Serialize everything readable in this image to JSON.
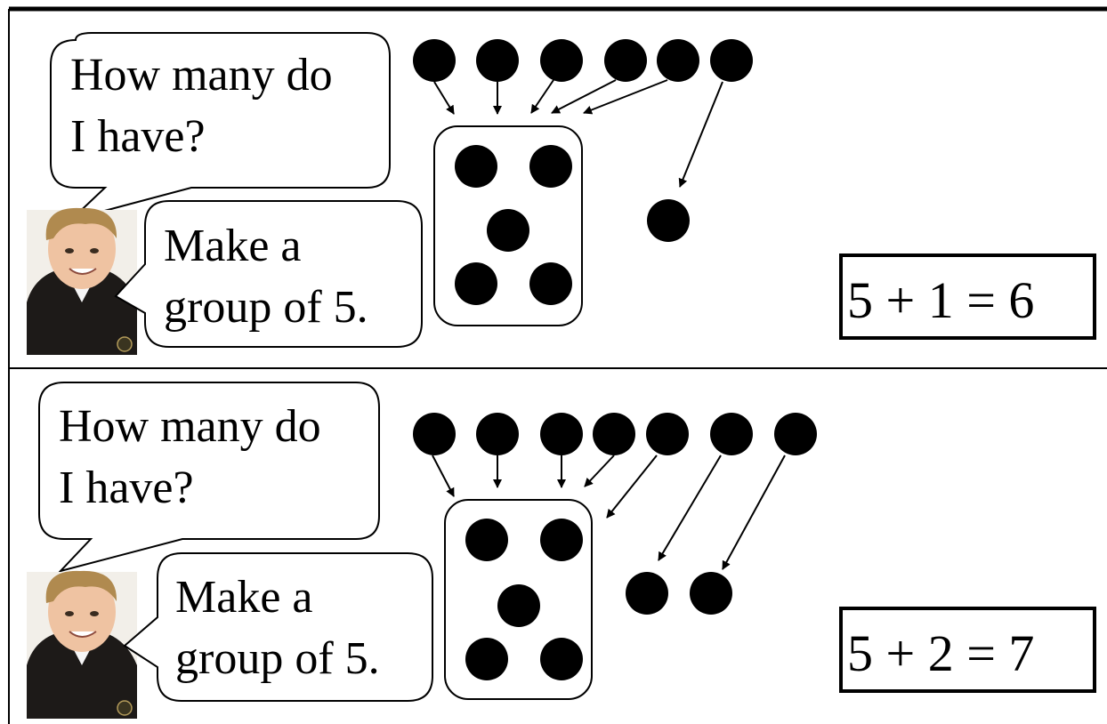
{
  "panels": [
    {
      "question": {
        "line1": "How many do",
        "line2": "I have?"
      },
      "instruction": {
        "line1": "Make a",
        "line2": "group of 5."
      },
      "group_size": 5,
      "extra_count": 1,
      "equation": "5 + 1 = 6"
    },
    {
      "question": {
        "line1": "How many do",
        "line2": "I have?"
      },
      "instruction": {
        "line1": "Make a",
        "line2": "group of 5."
      },
      "group_size": 5,
      "extra_count": 2,
      "equation": "5 + 2 = 7"
    }
  ],
  "icons": {
    "boy": "boy-photo-icon",
    "counter": "black-dot-counter",
    "arrow": "arrow-icon"
  },
  "colors": {
    "ink": "#000000",
    "background": "#ffffff"
  }
}
